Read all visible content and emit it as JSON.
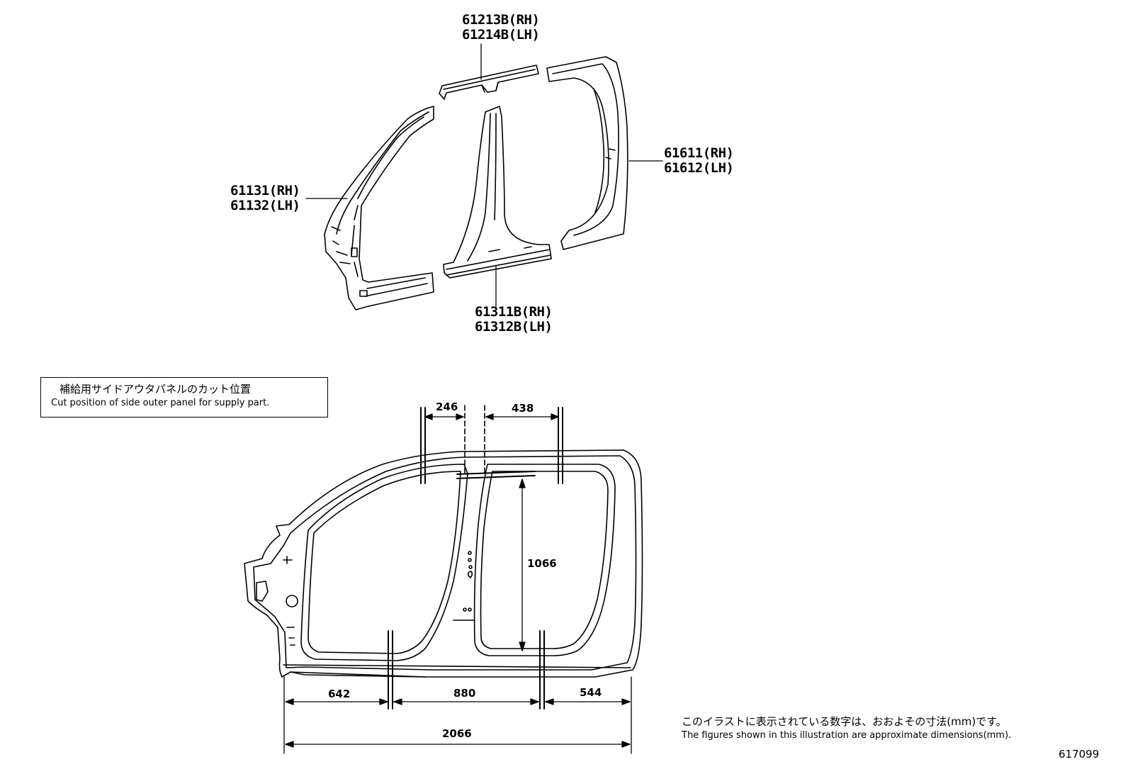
{
  "parts": {
    "roof_side": {
      "rh": "61213B(RH)",
      "lh": "61214B(LH)"
    },
    "rear_panel": {
      "rh": "61611(RH)",
      "lh": "61612(LH)"
    },
    "front_pillar": {
      "rh": "61131(RH)",
      "lh": "61132(LH)"
    },
    "center_pillar": {
      "rh": "61311B(RH)",
      "lh": "61312B(LH)"
    }
  },
  "note_box": {
    "jp": "補給用サイドアウタパネルのカット位置",
    "en": "Cut position of side outer panel for supply part."
  },
  "dimensions": {
    "d246": "246",
    "d438": "438",
    "d1066": "1066",
    "d642": "642",
    "d880": "880",
    "d544": "544",
    "d2066": "2066"
  },
  "footnote": {
    "jp": "このイラストに表示されている数字は、おおよその寸法(mm)です。",
    "en": "The figures shown in this illustration are approximate dimensions(mm)."
  },
  "figure_id": "617099"
}
